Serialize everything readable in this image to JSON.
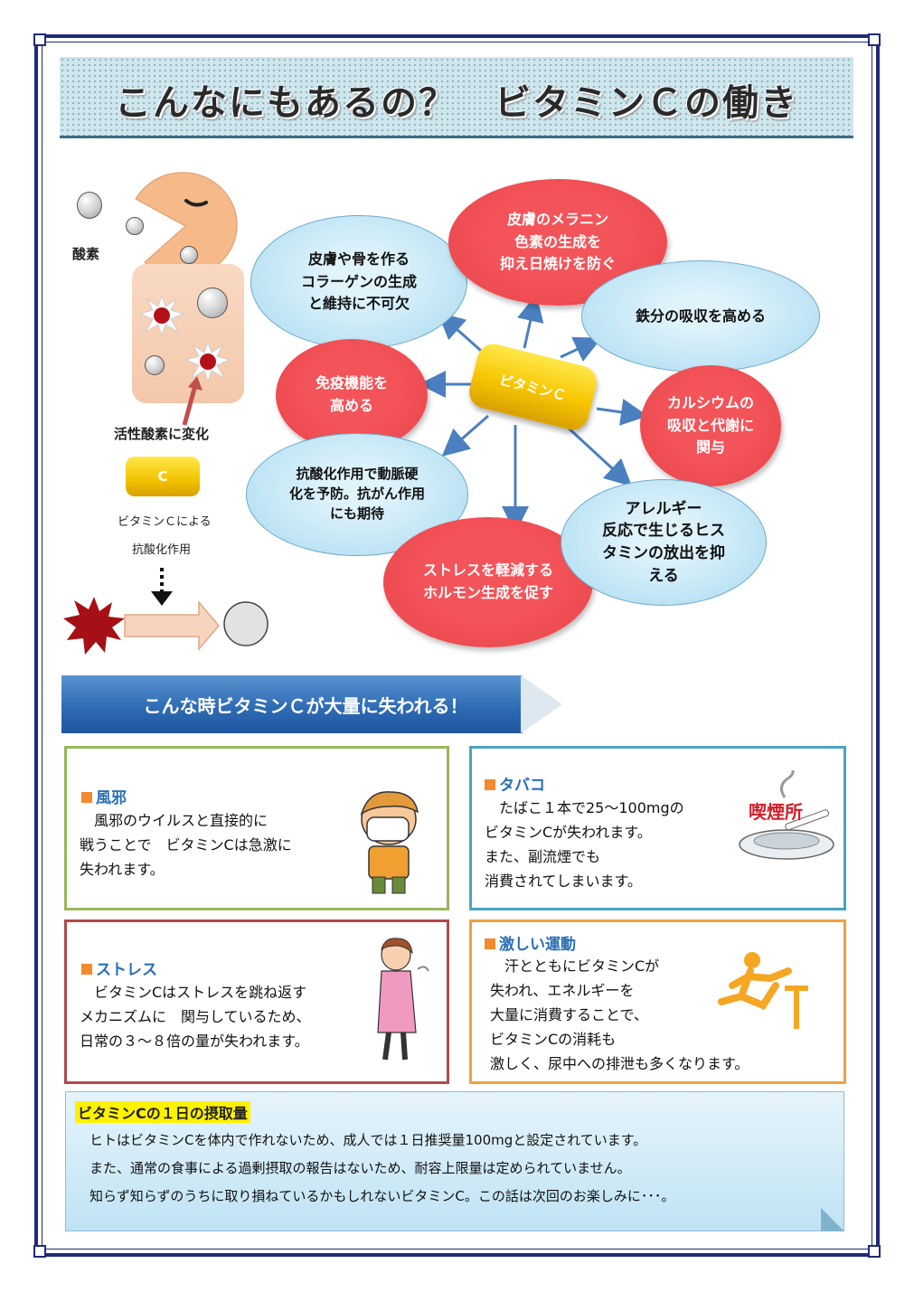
{
  "title": "こんなにもあるの？　ビタミンＣの働き",
  "left": {
    "oxygen_label": "酸素",
    "active_oxygen_label": "活性酸素に変化",
    "capsule_small": "C",
    "antioxidant_line1": "ビタミンＣによる",
    "antioxidant_line2": "抗酸化作用"
  },
  "center": {
    "capsule_label": "ビタミンＣ",
    "bubbles": [
      {
        "line1": "皮膚や骨を作る",
        "line2": "コラーゲンの生成",
        "line3": "と維持に不可欠"
      },
      {
        "line1": "皮膚のメラニン",
        "line2": "色素の生成を",
        "line3": "抑え日焼けを防ぐ"
      },
      {
        "line1": "鉄分の吸収を高める"
      },
      {
        "line1": "免疫機能を",
        "line2": "高める"
      },
      {
        "line1": "カルシウムの",
        "line2": "吸収と代謝に",
        "line3": "関与"
      },
      {
        "line1": "抗酸化作用で動脈硬",
        "line2": "化を予防。抗がん作用",
        "line3": "にも期待"
      },
      {
        "line1": "アレルギー",
        "line2": "反応で生じるヒス",
        "line3": "タミンの放出を抑",
        "line4": "える"
      },
      {
        "line1": "ストレスを軽減する",
        "line2": "ホルモン生成を促す"
      }
    ]
  },
  "banner": "こんな時ビタミンＣが大量に失われる！",
  "panels": {
    "cold": {
      "title": "風邪",
      "body": "　風邪のウイルスと直接的に\n戦うことで　ビタミンCは急激に\n失われます。"
    },
    "tobacco": {
      "title": "タバコ",
      "body": "　たばこ１本で25～100mgの\nビタミンCが失われます。\nまた、副流煙でも\n消費されてしまいます。",
      "sign": "喫煙所"
    },
    "stress": {
      "title": "ストレス",
      "body": "　ビタミンCはストレスを跳ね返す\nメカニズムに　関与しているため、\n日常の３～８倍の量が失われます。"
    },
    "exercise": {
      "title": "激しい運動",
      "body": "　汗とともにビタミンCが\n失われ、エネルギーを\n大量に消費することで、\nビタミンCの消耗も\n激しく、尿中への排泄も多くなります。"
    }
  },
  "info": {
    "title": "ビタミンCの１日の摂取量",
    "lines": [
      "ヒトはビタミンCを体内で作れないため、成人では１日推奨量100mgと設定されています。",
      "また、通常の食事による過剰摂取の報告はないため、耐容上限量は定められていません。",
      "知らず知らずのうちに取り損ねているかもしれないビタミンC。この話は次回のお楽しみに･･･。"
    ]
  },
  "colors": {
    "frame": "#1f2a7a",
    "bubble_red": "#ef4b50",
    "bubble_blue": "#bfe6f6",
    "arrow": "#4a7fc0",
    "panel_cold": "#98b85a",
    "panel_tobacco": "#4aa3c2",
    "panel_stress": "#b04a4a",
    "panel_exercise": "#f0a040",
    "head_text": "#2a6fb5"
  }
}
